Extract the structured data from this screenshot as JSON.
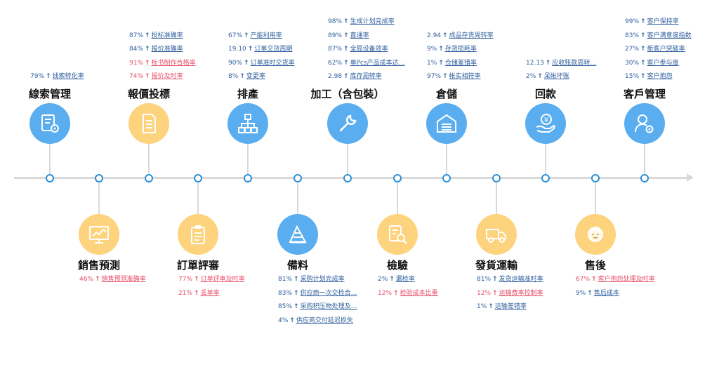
{
  "stages": [
    {
      "id": "leads",
      "title": "線索管理",
      "icon": "document-gear-icon",
      "color": "blue",
      "metrics": [
        {
          "value": "79%",
          "label": "线索转化率",
          "color": "blue"
        }
      ]
    },
    {
      "id": "forecast",
      "title": "銷售預測",
      "icon": "line-chart-monitor-icon",
      "color": "yellow",
      "metrics": [
        {
          "value": "46%",
          "label": "销售预测准确率",
          "color": "red"
        }
      ]
    },
    {
      "id": "quote",
      "title": "報價投標",
      "icon": "document-lines-icon",
      "color": "yellow",
      "metrics": [
        {
          "value": "87%",
          "label": "投标准确率",
          "color": "blue"
        },
        {
          "value": "84%",
          "label": "报价准确率",
          "color": "blue"
        },
        {
          "value": "91%",
          "label": "标书制作合格率",
          "color": "red"
        },
        {
          "value": "74%",
          "label": "报价及时率",
          "color": "red"
        }
      ]
    },
    {
      "id": "order",
      "title": "訂單評審",
      "icon": "clipboard-icon",
      "color": "yellow",
      "metrics": [
        {
          "value": "77%",
          "label": "订单评审及时率",
          "color": "red"
        },
        {
          "value": "21%",
          "label": "丢单率",
          "color": "red"
        }
      ]
    },
    {
      "id": "schedule",
      "title": "排產",
      "icon": "hierarchy-icon",
      "color": "blue",
      "metrics": [
        {
          "value": "67%",
          "label": "产能利用率",
          "color": "blue"
        },
        {
          "value": "19.10",
          "label": "订单交货周期",
          "color": "blue"
        },
        {
          "value": "90%",
          "label": "订单准时交货率",
          "color": "blue"
        },
        {
          "value": "8%",
          "label": "变更率",
          "color": "blue"
        }
      ]
    },
    {
      "id": "material",
      "title": "備料",
      "icon": "triangle-ruler-icon",
      "color": "blue",
      "metrics": [
        {
          "value": "81%",
          "label": "采购计划完成率",
          "color": "blue"
        },
        {
          "value": "83%",
          "label": "供应商一次交检合…",
          "color": "blue"
        },
        {
          "value": "85%",
          "label": "采购积压物处理及…",
          "color": "blue"
        },
        {
          "value": "4%",
          "label": "供应商交付延迟损失",
          "color": "blue"
        }
      ]
    },
    {
      "id": "process",
      "title": "加工（含包裝）",
      "icon": "wrench-icon",
      "color": "blue",
      "metrics": [
        {
          "value": "98%",
          "label": "生成计划完成率",
          "color": "blue"
        },
        {
          "value": "89%",
          "label": "直通率",
          "color": "blue"
        },
        {
          "value": "87%",
          "label": "全局设备效率",
          "color": "blue"
        },
        {
          "value": "62%",
          "label": "单Pcs产品成本达…",
          "color": "blue"
        },
        {
          "value": "2.98",
          "label": "库存周转率",
          "color": "blue"
        }
      ]
    },
    {
      "id": "inspect",
      "title": "檢驗",
      "icon": "magnifier-document-icon",
      "color": "yellow",
      "metrics": [
        {
          "value": "2%",
          "label": "漏检率",
          "color": "blue"
        },
        {
          "value": "12%",
          "label": "检验成本比重",
          "color": "red"
        }
      ]
    },
    {
      "id": "warehouse",
      "title": "倉儲",
      "icon": "warehouse-icon",
      "color": "blue",
      "metrics": [
        {
          "value": "2.94",
          "label": "成品存货周转率",
          "color": "blue"
        },
        {
          "value": "9%",
          "label": "存货损耗率",
          "color": "blue"
        },
        {
          "value": "1%",
          "label": "仓储差错率",
          "color": "blue"
        },
        {
          "value": "97%",
          "label": "帐实相符率",
          "color": "blue"
        }
      ]
    },
    {
      "id": "delivery",
      "title": "發貨運輸",
      "icon": "truck-icon",
      "color": "yellow",
      "metrics": [
        {
          "value": "81%",
          "label": "发货运输准时率",
          "color": "blue"
        },
        {
          "value": "12%",
          "label": "运输费率控制率",
          "color": "red"
        },
        {
          "value": "1%",
          "label": "运输差错率",
          "color": "blue"
        }
      ]
    },
    {
      "id": "payment",
      "title": "回款",
      "icon": "hand-coin-icon",
      "color": "blue",
      "metrics": [
        {
          "value": "12.13",
          "label": "应收账款周转…",
          "color": "blue"
        },
        {
          "value": "2%",
          "label": "呆帐坏账",
          "color": "blue"
        }
      ]
    },
    {
      "id": "aftersale",
      "title": "售後",
      "icon": "headset-person-icon",
      "color": "yellow",
      "metrics": [
        {
          "value": "67%",
          "label": "客户抱怨处理及时率",
          "color": "red"
        },
        {
          "value": "9%",
          "label": "售后成本",
          "color": "blue"
        }
      ]
    },
    {
      "id": "customer",
      "title": "客戶管理",
      "icon": "person-gear-icon",
      "color": "blue",
      "metrics": [
        {
          "value": "99%",
          "label": "客户保持率",
          "color": "blue"
        },
        {
          "value": "83%",
          "label": "客户满意度指数",
          "color": "blue"
        },
        {
          "value": "27%",
          "label": "新客户突破率",
          "color": "blue"
        },
        {
          "value": "30%",
          "label": "客户参与度",
          "color": "blue"
        },
        {
          "value": "15%",
          "label": "客户抱怨",
          "color": "blue"
        }
      ]
    }
  ],
  "arrow_symbol": "↑"
}
